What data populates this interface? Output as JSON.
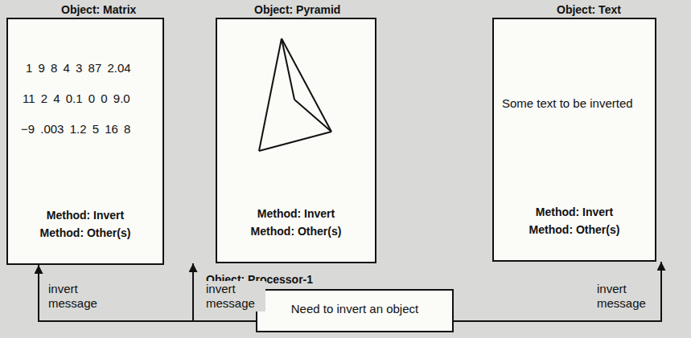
{
  "diagram": {
    "nodes": [
      {
        "text": [
          "Object: Matrix",
          "1 9 8 4 3 87 2.04",
          "11 2 4 0.1 0 0 9.0",
          "−9 .003 1.2 5 16 8",
          "Method: Invert",
          "Method: Other(s)"
        ]
      },
      {
        "text": [
          "Object: Pyramid",
          "Method: Invert",
          "Method: Other(s)"
        ]
      },
      {
        "text": [
          "Object: Text",
          "Some text to be inverted",
          "Method: Invert",
          "Method: Other(s)"
        ]
      },
      {
        "text": [
          "Object: Processor-1",
          "Need to invert an object"
        ]
      }
    ],
    "edges": [
      {
        "from": 3,
        "to": 0,
        "arrow": "to",
        "label": "invert message"
      },
      {
        "from": 3,
        "to": 1,
        "arrow": "to",
        "label": "invert message"
      },
      {
        "from": 3,
        "to": 2,
        "arrow": "to",
        "label": "invert message"
      }
    ]
  }
}
